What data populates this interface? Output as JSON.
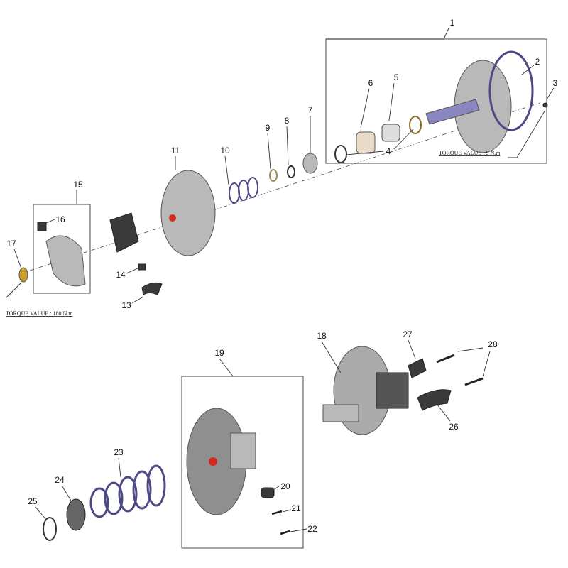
{
  "callouts": [
    "1",
    "2",
    "3",
    "4",
    "5",
    "6",
    "7",
    "8",
    "9",
    "10",
    "11",
    "13",
    "14",
    "15",
    "16",
    "17",
    "18",
    "19",
    "20",
    "21",
    "22",
    "23",
    "24",
    "25",
    "26",
    "27",
    "28"
  ],
  "torque_notes": {
    "drive_pulley_fixed": "TORQUE  VALUE : 9 N.m",
    "drive_pulley_bolt": "TORQUE  VALUE : 180 N.m"
  },
  "colors": {
    "spring": "#4e4a86",
    "hub_center": "#d42a1e",
    "washer": "#c9a030"
  }
}
